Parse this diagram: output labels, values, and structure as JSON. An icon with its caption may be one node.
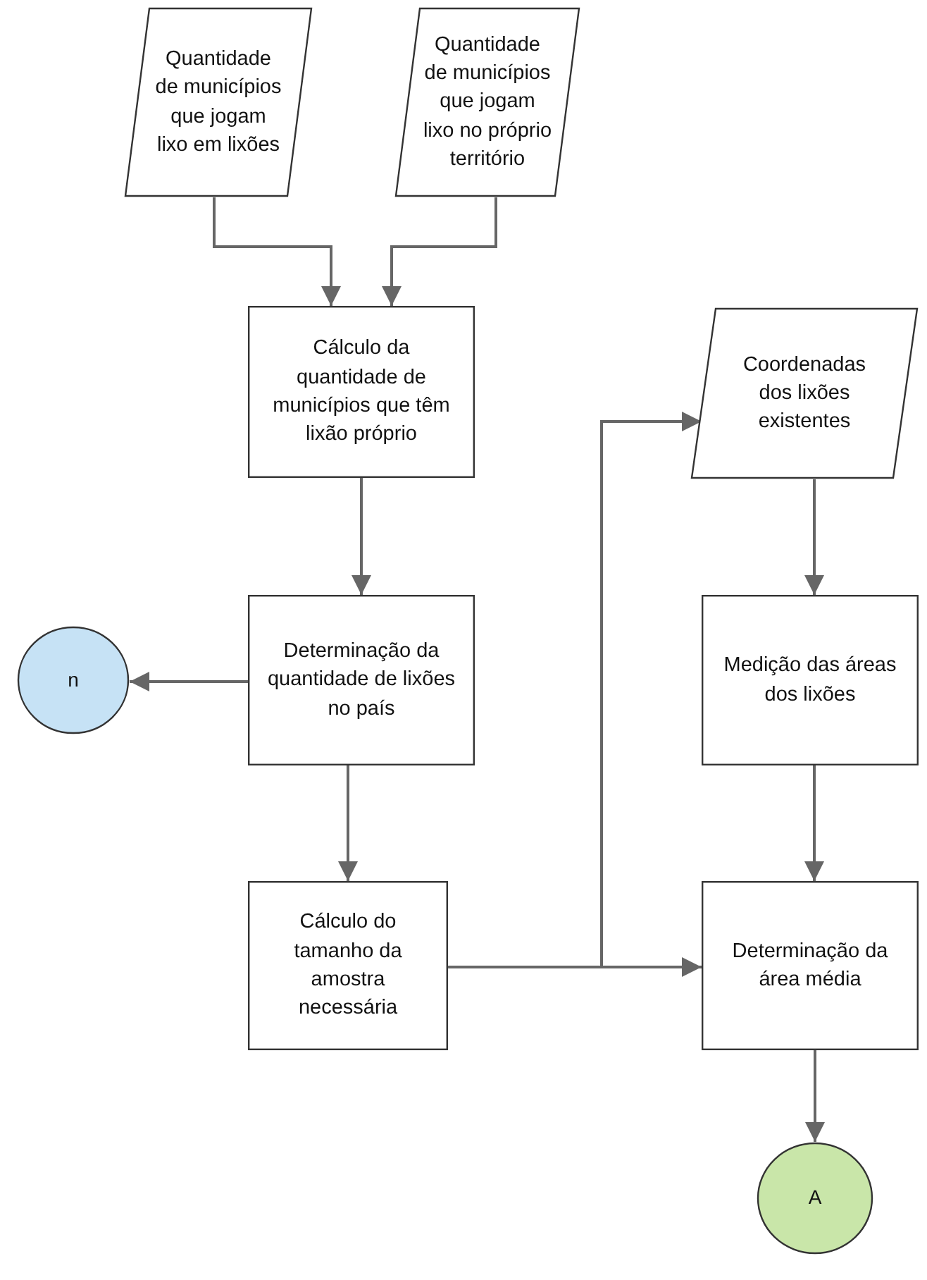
{
  "diagram": {
    "nodes": [
      {
        "text": [
          "Quantidade de municípios que jogam lixo em lixões"
        ]
      },
      {
        "text": [
          "Quantidade de municípios que jogam lixo no próprio território"
        ]
      },
      {
        "text": [
          "Cálculo da quantidade de municípios que têm lixão próprio"
        ]
      },
      {
        "text": [
          "Coordenadas dos lixões existentes"
        ]
      },
      {
        "text": [
          "Determinação da quantidade de lixões no país"
        ]
      },
      {
        "text": [
          "n"
        ]
      },
      {
        "text": [
          "Medição das áreas dos lixões"
        ]
      },
      {
        "text": [
          "Cálculo do tamanho da amostra necessária"
        ]
      },
      {
        "text": [
          "Determinação da área média"
        ]
      },
      {
        "text": [
          "A"
        ]
      }
    ],
    "edges": [
      {
        "from": 0,
        "to": 2,
        "arrow": "to"
      },
      {
        "from": 1,
        "to": 2,
        "arrow": "to"
      },
      {
        "from": 2,
        "to": 4,
        "arrow": "to"
      },
      {
        "from": 4,
        "to": 5,
        "arrow": "to"
      },
      {
        "from": 4,
        "to": 7,
        "arrow": "to"
      },
      {
        "from": 7,
        "to": 8,
        "arrow": "to"
      },
      {
        "from": 7,
        "to": 3,
        "arrow": "to"
      },
      {
        "from": 3,
        "to": 6,
        "arrow": "to"
      },
      {
        "from": 6,
        "to": 8,
        "arrow": "to"
      },
      {
        "from": 8,
        "to": 9,
        "arrow": "to"
      }
    ]
  }
}
